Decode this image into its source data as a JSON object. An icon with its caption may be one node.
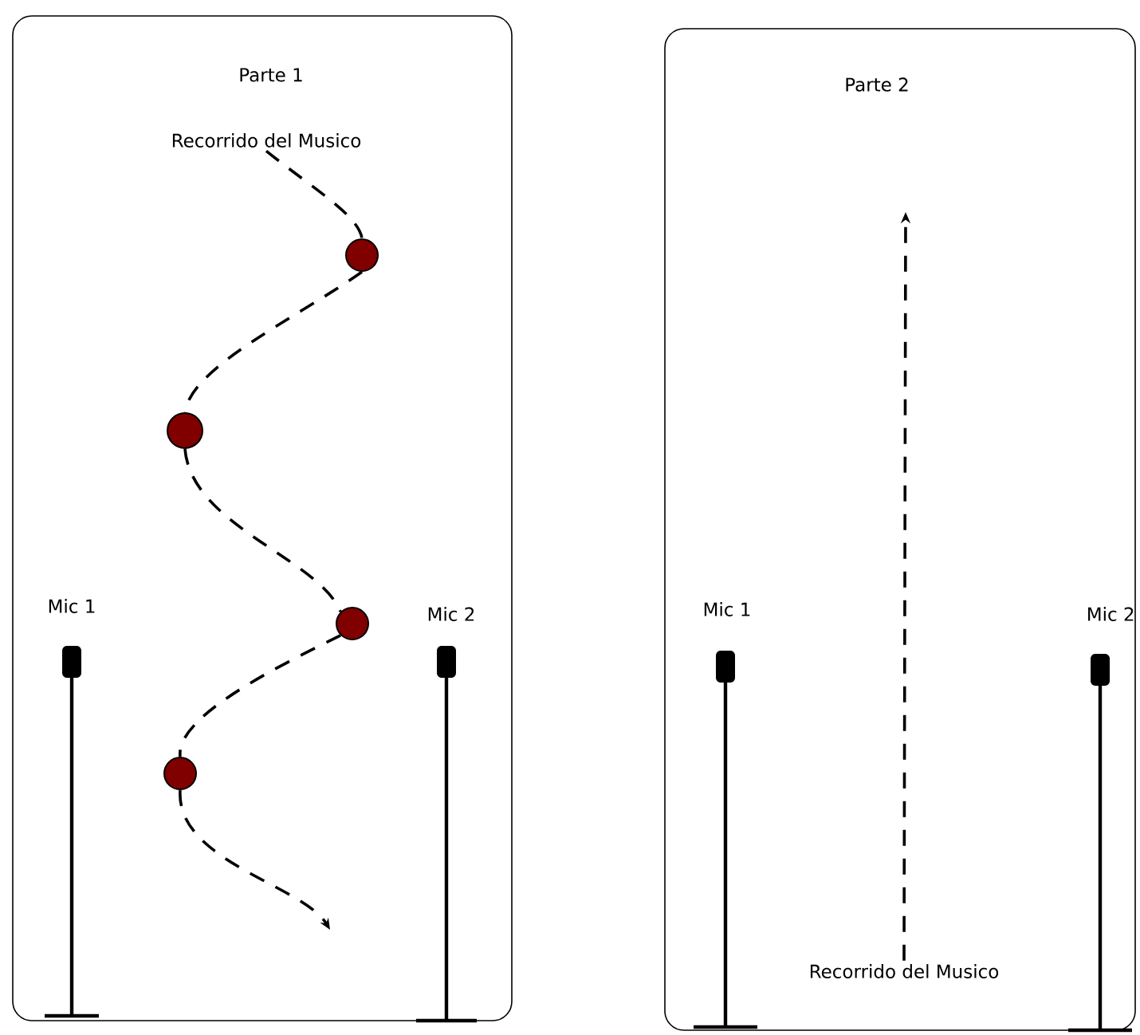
{
  "diagram": {
    "nodes": [
      {
        "text": [
          "Parte 1"
        ]
      },
      {
        "text": [
          "Recorrido del Musico"
        ],
        "in": 0
      },
      {
        "text": [],
        "shape": "circle",
        "in": 0
      },
      {
        "text": [],
        "shape": "circle",
        "in": 0
      },
      {
        "text": [],
        "shape": "circle",
        "in": 0
      },
      {
        "text": [],
        "shape": "circle",
        "in": 0
      },
      {
        "text": [
          "Parte 2"
        ]
      },
      {
        "text": [
          "Recorrido del Musico"
        ],
        "in": 6
      }
    ],
    "edges": [
      {
        "from": 1,
        "to": 2,
        "arrow": "none",
        "style": "dashed"
      },
      {
        "from": 2,
        "to": 3,
        "arrow": "none",
        "style": "dashed"
      },
      {
        "from": 3,
        "to": 4,
        "arrow": "none",
        "style": "dashed"
      },
      {
        "from": 4,
        "to": 5,
        "arrow": "none",
        "style": "dashed"
      },
      {
        "from": 5,
        "to": null,
        "arrow": "to",
        "style": "dashed"
      },
      {
        "from": 7,
        "to": null,
        "arrow": "to",
        "style": "dashed"
      }
    ],
    "labels": [
      "Mic 1",
      "Mic 2",
      "Mic 1",
      "Mic 2"
    ]
  }
}
